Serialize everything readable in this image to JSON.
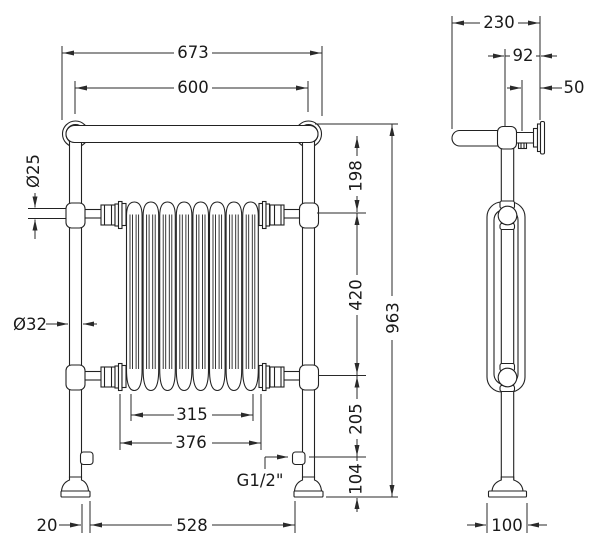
{
  "drawing": {
    "title": "towel-radiator-dimension-drawing",
    "line_color": "#222222",
    "background": "#ffffff",
    "front": {
      "width_overall": "673",
      "width_rail": "600",
      "pipe_diameter": "Ø25",
      "post_diameter": "Ø32",
      "rail_to_valve": "198",
      "valve_spacing": "420",
      "height_overall": "963",
      "core_width_centers": "315",
      "core_width_overall": "376",
      "valve_to_tapping": "205",
      "tapping_to_floor": "104",
      "tapping_thread": "G1/2\"",
      "foot_offset": "20",
      "feet_span": "528"
    },
    "side": {
      "depth_overall": "230",
      "bracket_projection": "92",
      "flange_offset": "50",
      "foot_width": "100"
    },
    "radiator_core": {
      "sections": 8
    }
  }
}
